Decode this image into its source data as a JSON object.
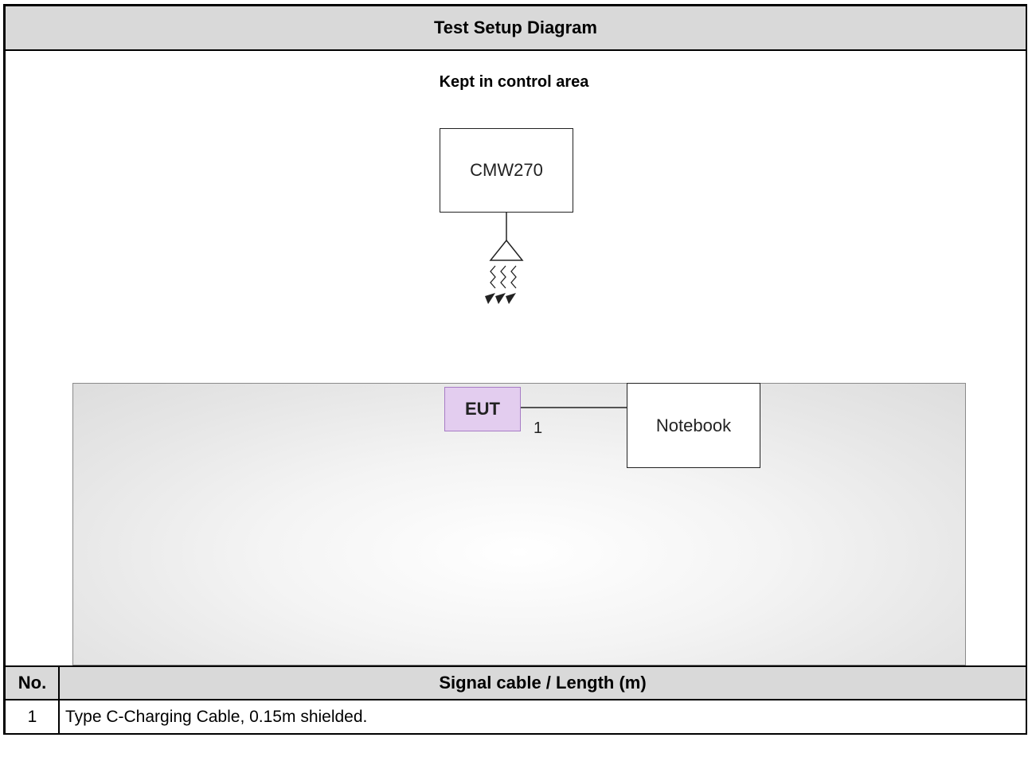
{
  "title": "Test Setup Diagram",
  "diagram": {
    "area_label": "Kept in control area",
    "equipment": "CMW270",
    "eut": "EUT",
    "peripheral": "Notebook",
    "cable_id": "1"
  },
  "table": {
    "headers": [
      "No.",
      "Signal cable / Length (m)"
    ],
    "rows": [
      {
        "no": "1",
        "description": "Type C-Charging Cable, 0.15m shielded."
      }
    ]
  }
}
